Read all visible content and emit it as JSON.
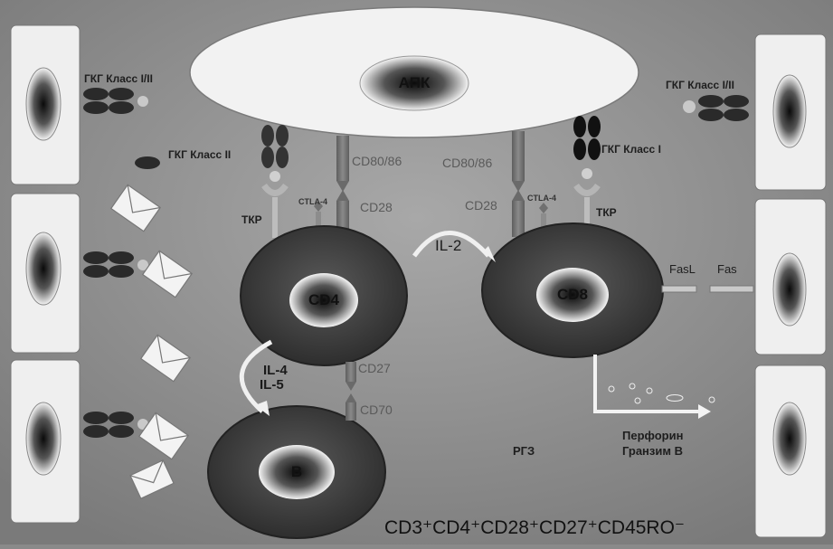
{
  "labels": {
    "apc": "АПК",
    "mhc_1_2_left": "ГКГ Класс I/II",
    "mhc_2": "ГКГ Класс  II",
    "mhc_1_2_right": "ГКГ Класс I/II",
    "mhc_1": "ГКГ Класс  I",
    "tcr_left": "ТКР",
    "tcr_right": "ТКР",
    "cd80_86_left": "CD80/86",
    "cd80_86_right": "CD80/86",
    "ctla4_left": "CTLA-4",
    "ctla4_right": "CTLA-4",
    "cd28_left": "CD28",
    "cd28_right": "CD28",
    "il2": "IL-2",
    "il4": "IL-4",
    "il5": "IL-5",
    "cd4": "CD4",
    "cd8": "CD8",
    "b_cell": "B",
    "cd27": "CD27",
    "cd70": "CD70",
    "fasl": "FasL",
    "fas": "Fas",
    "perforin": "Перфорин",
    "granzyme": "Гранзим В",
    "rgz": "РГЗ",
    "phenotype": "CD3⁺CD4⁺CD28⁺CD27⁺CD45RO⁻"
  }
}
